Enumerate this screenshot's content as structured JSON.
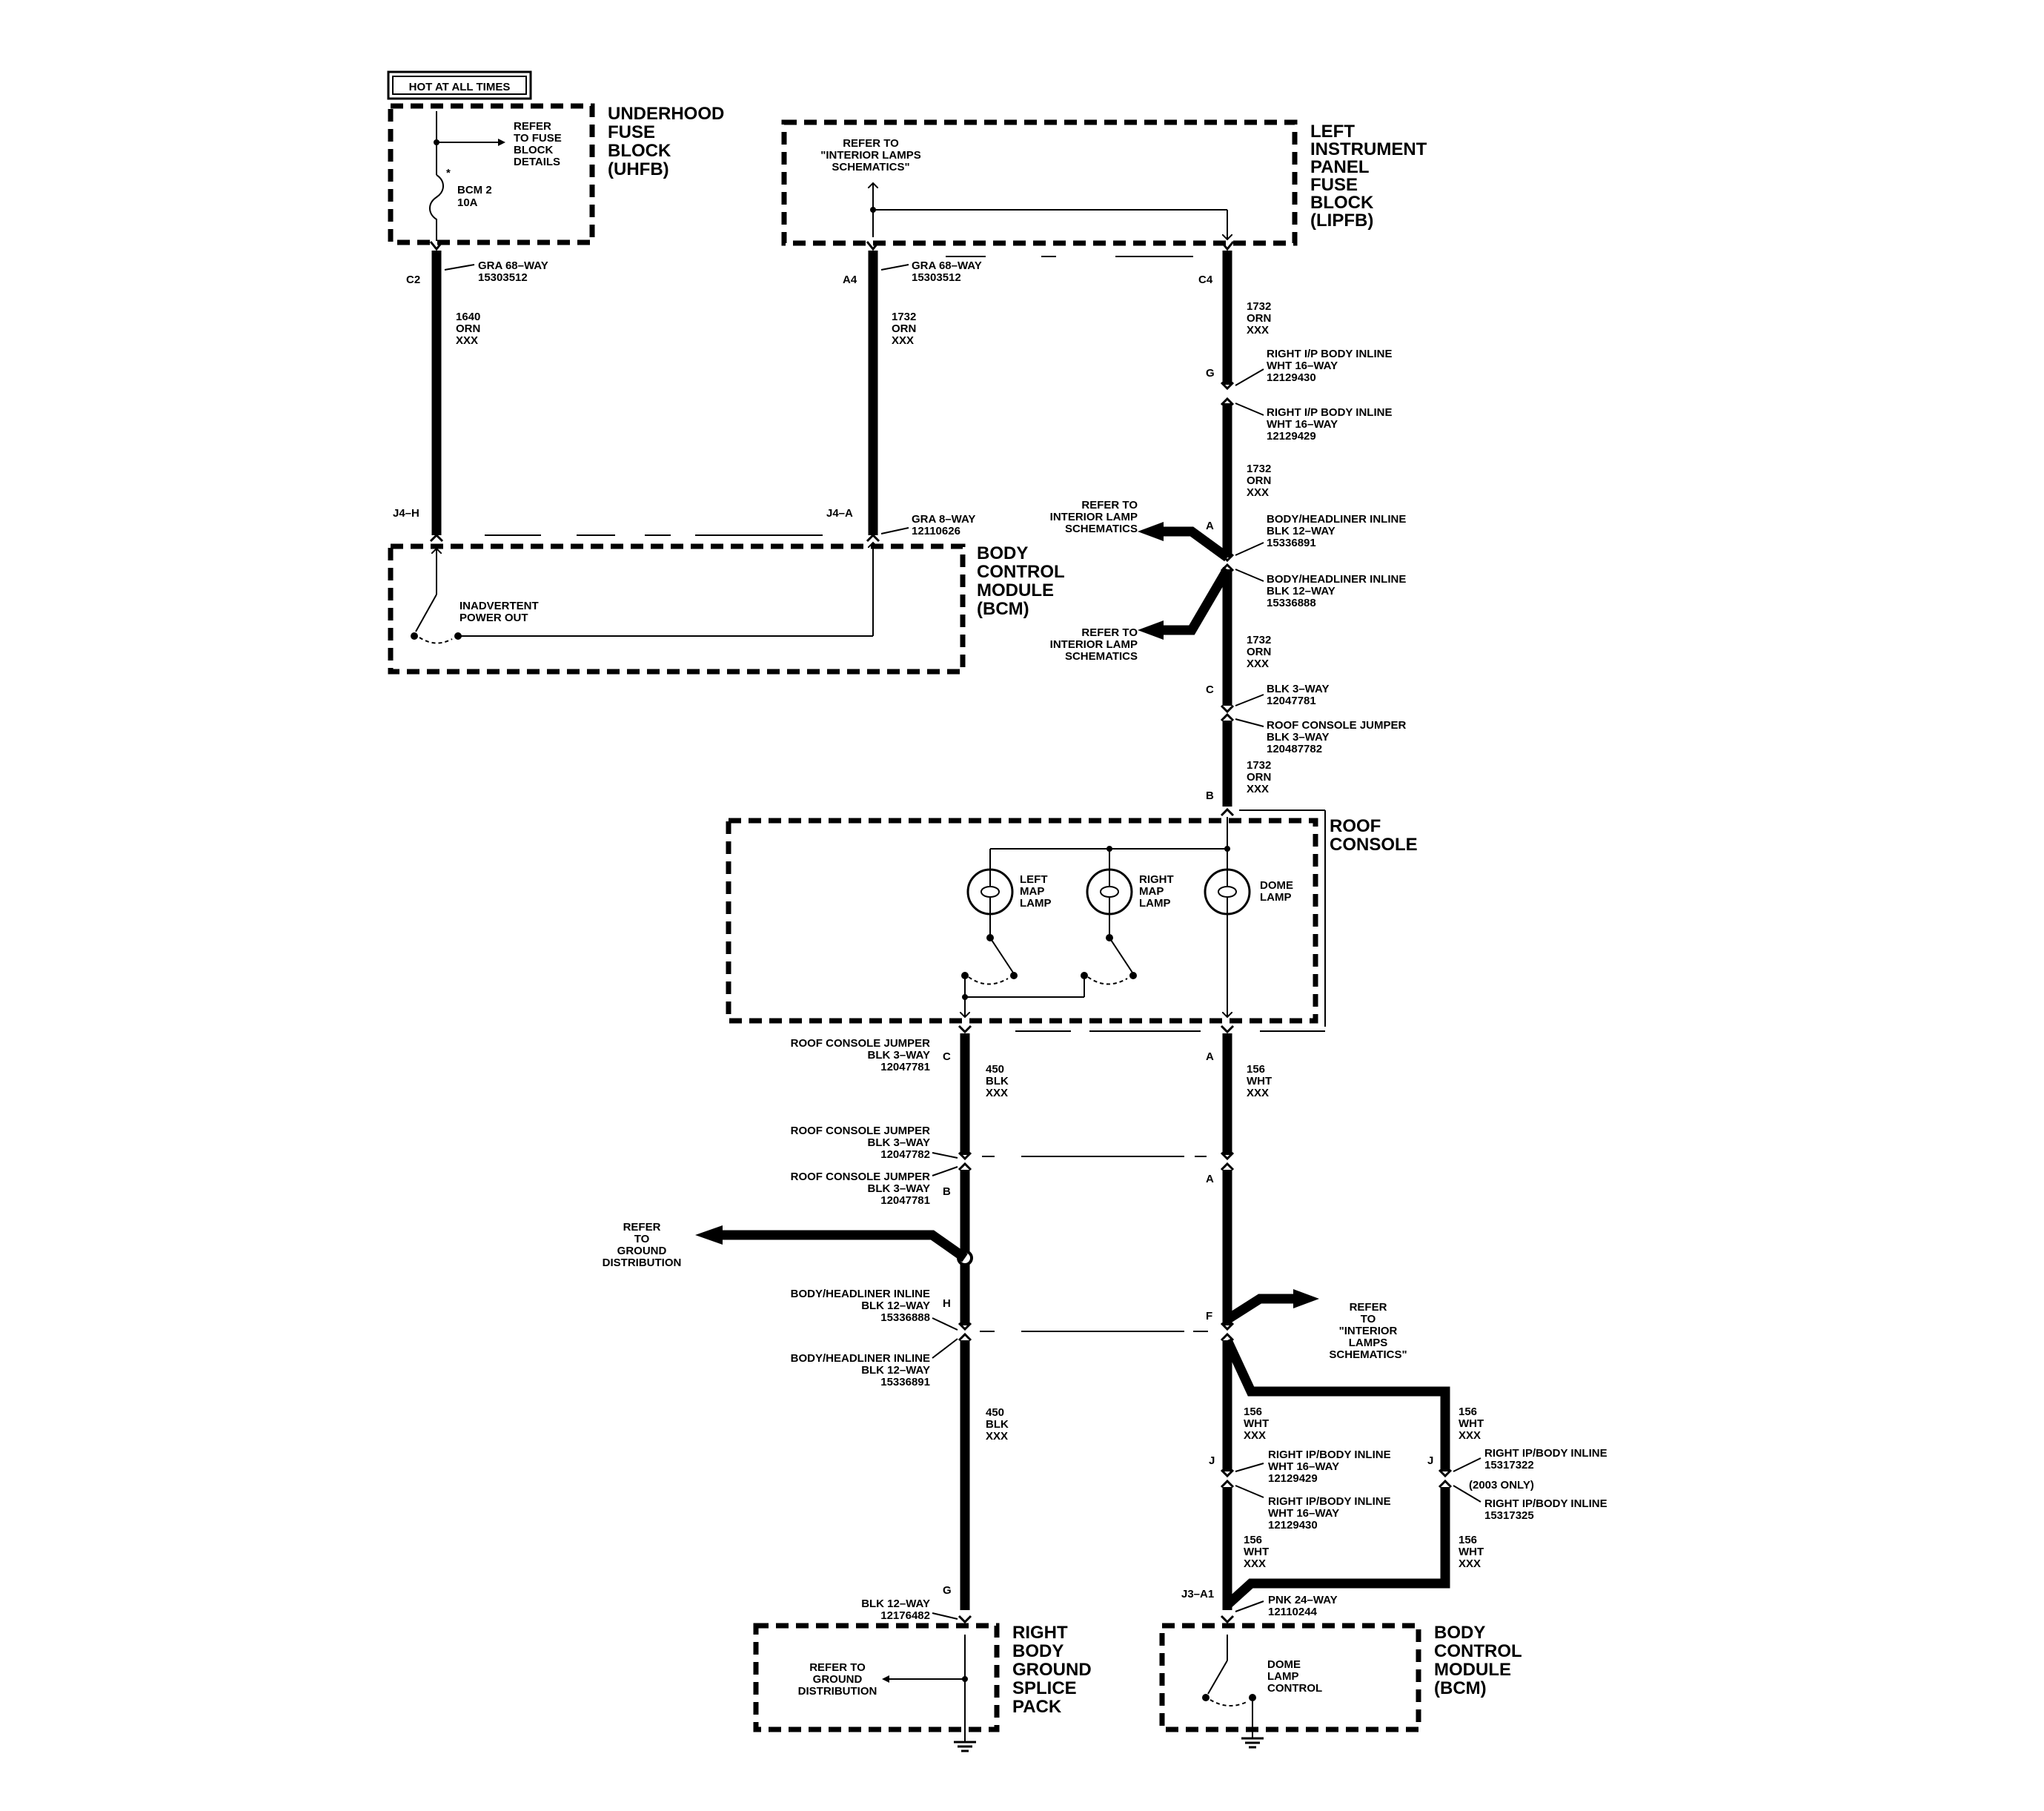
{
  "hot_label": "HOT AT ALL TIMES",
  "uhfb": {
    "title": [
      "UNDERHOOD",
      "FUSE",
      "BLOCK",
      "(UHFB)"
    ],
    "refer": [
      "REFER",
      "TO FUSE",
      "BLOCK",
      "DETAILS"
    ],
    "fuse": [
      "BCM 2",
      "10A"
    ],
    "fuse_mark": "*",
    "pin": "C2",
    "connector": [
      "GRA 68–WAY",
      "15303512"
    ]
  },
  "lipfb": {
    "title": [
      "LEFT",
      "INSTRUMENT",
      "PANEL",
      "FUSE",
      "BLOCK",
      "(LIPFB)"
    ],
    "refer": [
      "REFER TO",
      "\"INTERIOR LAMPS",
      "SCHEMATICS\""
    ],
    "pin_left": "A4",
    "connector": [
      "GRA 68–WAY",
      "15303512"
    ],
    "pin_right": "C4"
  },
  "wire_1640": [
    "1640",
    "ORN",
    "XXX"
  ],
  "wire_1732": [
    "1732",
    "ORN",
    "XXX"
  ],
  "bcm_top": {
    "title": [
      "BODY",
      "CONTROL",
      "MODULE",
      "(BCM)"
    ],
    "pin_left": "J4–H",
    "pin_right": "J4–A",
    "connector": [
      "GRA 8–WAY",
      "12110626"
    ],
    "switch": [
      "INADVERTENT",
      "POWER OUT"
    ]
  },
  "right_chain": {
    "pin_g": "G",
    "right_ip_1": [
      "RIGHT I/P BODY INLINE",
      "WHT 16–WAY",
      "12129430"
    ],
    "right_ip_2": [
      "RIGHT I/P BODY INLINE",
      "WHT 16–WAY",
      "12129429"
    ],
    "pin_a": "A",
    "refer_1": [
      "REFER TO",
      "INTERIOR LAMP",
      "SCHEMATICS"
    ],
    "body_headliner_1": [
      "BODY/HEADLINER INLINE",
      "BLK 12–WAY",
      "15336891"
    ],
    "body_headliner_2": [
      "BODY/HEADLINER INLINE",
      "BLK 12–WAY",
      "15336888"
    ],
    "refer_2": [
      "REFER TO",
      "INTERIOR LAMP",
      "SCHEMATICS"
    ],
    "pin_c": "C",
    "blk3": [
      "BLK 3–WAY",
      "12047781"
    ],
    "roof_jumper": [
      "ROOF CONSOLE JUMPER",
      "BLK 3–WAY",
      "120487782"
    ],
    "pin_b": "B"
  },
  "roof_console": {
    "title": [
      "ROOF",
      "CONSOLE"
    ],
    "left_lamp": [
      "LEFT",
      "MAP",
      "LAMP"
    ],
    "right_lamp": [
      "RIGHT",
      "MAP",
      "LAMP"
    ],
    "dome_lamp": [
      "DOME",
      "LAMP"
    ]
  },
  "lower_left": {
    "jumper_1": [
      "ROOF CONSOLE JUMPER",
      "BLK 3–WAY",
      "12047781"
    ],
    "pin_c": "C",
    "wire_450": [
      "450",
      "BLK",
      "XXX"
    ],
    "jumper_2": [
      "ROOF CONSOLE JUMPER",
      "BLK 3–WAY",
      "12047782"
    ],
    "jumper_3": [
      "ROOF CONSOLE JUMPER",
      "BLK 3–WAY",
      "12047781"
    ],
    "pin_b": "B",
    "refer_ground": [
      "REFER",
      "TO",
      "GROUND",
      "DISTRIBUTION"
    ],
    "headliner_1": [
      "BODY/HEADLINER INLINE",
      "BLK 12–WAY",
      "15336888"
    ],
    "pin_h": "H",
    "headliner_2": [
      "BODY/HEADLINER INLINE",
      "BLK 12–WAY",
      "15336891"
    ],
    "wire_450b": [
      "450",
      "BLK",
      "XXX"
    ],
    "pin_g": "G",
    "connector": [
      "BLK 12–WAY",
      "12176482"
    ]
  },
  "ground_splice": {
    "title": [
      "RIGHT",
      "BODY",
      "GROUND",
      "SPLICE",
      "PACK"
    ],
    "refer": [
      "REFER TO",
      "GROUND",
      "DISTRIBUTION"
    ]
  },
  "lower_right": {
    "pin_a1": "A",
    "wire_156": [
      "156",
      "WHT",
      "XXX"
    ],
    "pin_a2": "A",
    "pin_f": "F",
    "refer": [
      "REFER",
      "TO",
      "\"INTERIOR",
      "LAMPS",
      "SCHEMATICS\""
    ],
    "wire_156_left": [
      "156",
      "WHT",
      "XXX"
    ],
    "wire_156_right": [
      "156",
      "WHT",
      "XXX"
    ],
    "pin_j_left": "J",
    "pin_j_right": "J",
    "rip_1": [
      "RIGHT IP/BODY INLINE",
      "WHT 16–WAY",
      "12129429"
    ],
    "rip_2": [
      "RIGHT IP/BODY INLINE",
      "WHT 16–WAY",
      "12129430"
    ],
    "rip_3": [
      "RIGHT IP/BODY INLINE",
      "15317322",
      "(2003 ONLY)"
    ],
    "rip_4": [
      "RIGHT IP/BODY INLINE",
      "15317325"
    ],
    "wire_156_low_left": [
      "156",
      "WHT",
      "XXX"
    ],
    "wire_156_low_right": [
      "156",
      "WHT",
      "XXX"
    ],
    "pin_j3": "J3–A1",
    "connector": [
      "PNK 24–WAY",
      "12110244"
    ]
  },
  "bcm_bottom": {
    "title": [
      "BODY",
      "CONTROL",
      "MODULE",
      "(BCM)"
    ],
    "switch": [
      "DOME",
      "LAMP",
      "CONTROL"
    ]
  }
}
